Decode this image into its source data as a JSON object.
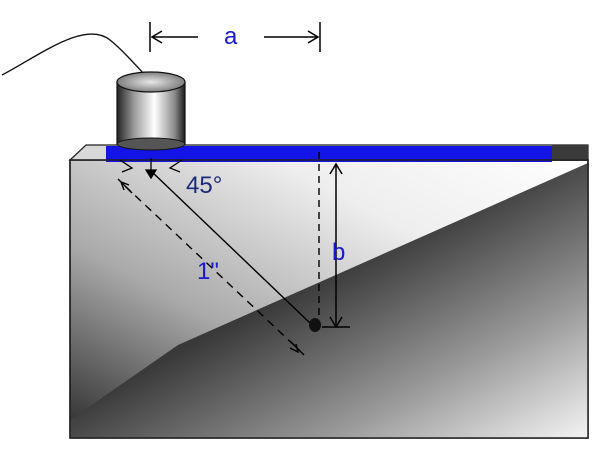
{
  "diagram": {
    "labels": {
      "horizontal_distance": "a",
      "depth": "b",
      "angle": "45°",
      "path_length": "1\""
    },
    "colors": {
      "label_blue": "#1a1ad1",
      "angle_text": "#1b2a7a",
      "couplant_strip": "#1414e6",
      "dimension_lines": "#000000"
    },
    "icons": {
      "transducer": "cylindrical-transducer-icon",
      "reflector": "side-drilled-hole-icon"
    }
  }
}
